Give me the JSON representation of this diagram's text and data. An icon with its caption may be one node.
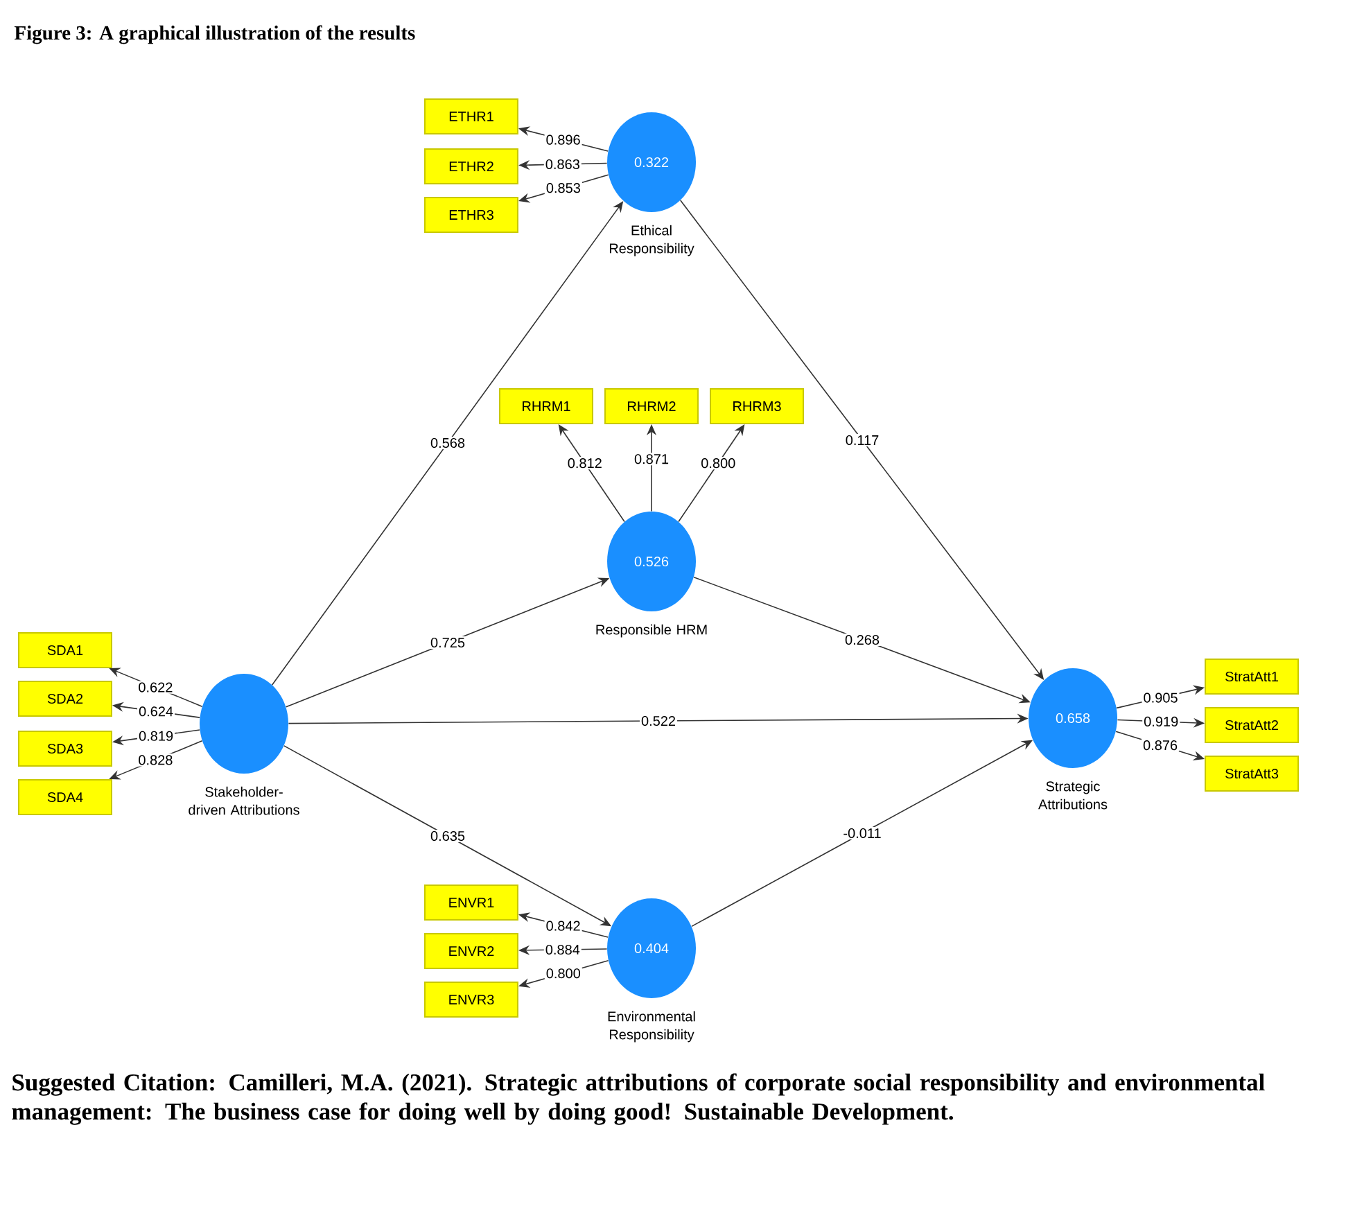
{
  "diagram": {
    "title": "Figure 3: A graphical illustration of the results",
    "caption": "Suggested Citation: Camilleri, M.A. (2021). Strategic attributions of corporate social responsibility and environmental management: The business case for doing well by doing good! Sustainable Development.",
    "nodes": [
      {
        "text": [
          "0.322",
          "Ethical Responsibility"
        ]
      },
      {
        "text": [
          "ETHR1"
        ]
      },
      {
        "text": [
          "ETHR2"
        ]
      },
      {
        "text": [
          "ETHR3"
        ]
      },
      {
        "text": [
          "RHRM1"
        ]
      },
      {
        "text": [
          "RHRM2"
        ]
      },
      {
        "text": [
          "RHRM3"
        ]
      },
      {
        "text": [
          "0.526",
          "Responsible HRM"
        ]
      },
      {
        "text": [
          "SDA1"
        ]
      },
      {
        "text": [
          "SDA2"
        ]
      },
      {
        "text": [
          "SDA3"
        ]
      },
      {
        "text": [
          "SDA4"
        ]
      },
      {
        "text": [
          "Stakeholder-driven Attributions"
        ]
      },
      {
        "text": [
          "0.658",
          "Strategic Attributions"
        ]
      },
      {
        "text": [
          "StratAtt1"
        ]
      },
      {
        "text": [
          "StratAtt2"
        ]
      },
      {
        "text": [
          "StratAtt3"
        ]
      },
      {
        "text": [
          "ENVR1"
        ]
      },
      {
        "text": [
          "ENVR2"
        ]
      },
      {
        "text": [
          "ENVR3"
        ]
      },
      {
        "text": [
          "0.404",
          "Environmental Responsibility"
        ]
      }
    ],
    "edges": [
      {
        "from": 0,
        "to": 1,
        "arrow": "to",
        "label": "0.896"
      },
      {
        "from": 0,
        "to": 2,
        "arrow": "to",
        "label": "0.863"
      },
      {
        "from": 0,
        "to": 3,
        "arrow": "to",
        "label": "0.853"
      },
      {
        "from": 7,
        "to": 4,
        "arrow": "to",
        "label": "0.812"
      },
      {
        "from": 7,
        "to": 5,
        "arrow": "to",
        "label": "0.871"
      },
      {
        "from": 7,
        "to": 6,
        "arrow": "to",
        "label": "0.800"
      },
      {
        "from": 12,
        "to": 8,
        "arrow": "to",
        "label": "0.622"
      },
      {
        "from": 12,
        "to": 9,
        "arrow": "to",
        "label": "0.624"
      },
      {
        "from": 12,
        "to": 10,
        "arrow": "to",
        "label": "0.819"
      },
      {
        "from": 12,
        "to": 11,
        "arrow": "to",
        "label": "0.828"
      },
      {
        "from": 13,
        "to": 14,
        "arrow": "to",
        "label": "0.905"
      },
      {
        "from": 13,
        "to": 15,
        "arrow": "to",
        "label": "0.919"
      },
      {
        "from": 13,
        "to": 16,
        "arrow": "to",
        "label": "0.876"
      },
      {
        "from": 20,
        "to": 17,
        "arrow": "to",
        "label": "0.842"
      },
      {
        "from": 20,
        "to": 18,
        "arrow": "to",
        "label": "0.884"
      },
      {
        "from": 20,
        "to": 19,
        "arrow": "to",
        "label": "0.800"
      },
      {
        "from": 12,
        "to": 0,
        "arrow": "to",
        "label": "0.568"
      },
      {
        "from": 0,
        "to": 13,
        "arrow": "to",
        "label": "0.117"
      },
      {
        "from": 12,
        "to": 7,
        "arrow": "to",
        "label": "0.725"
      },
      {
        "from": 7,
        "to": 13,
        "arrow": "to",
        "label": "0.268"
      },
      {
        "from": 12,
        "to": 13,
        "arrow": "to",
        "label": "0.522"
      },
      {
        "from": 12,
        "to": 20,
        "arrow": "to",
        "label": "0.635"
      },
      {
        "from": 20,
        "to": 13,
        "arrow": "to",
        "label": "-0.011"
      }
    ]
  }
}
